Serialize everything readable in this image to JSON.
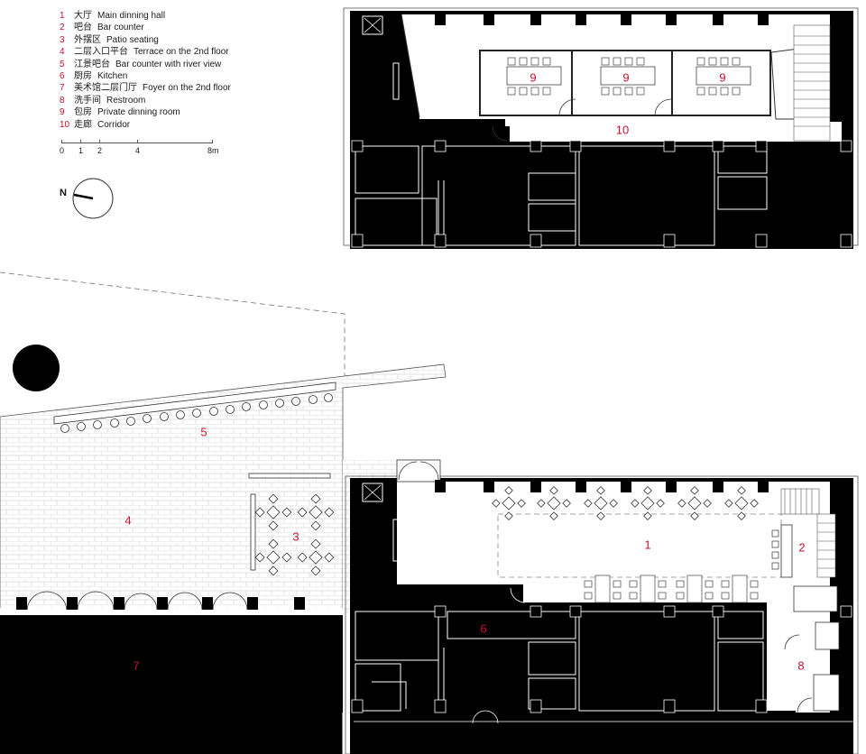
{
  "legend": [
    {
      "num": "1",
      "cn": "大厅",
      "en": "Main dinning hall"
    },
    {
      "num": "2",
      "cn": "吧台",
      "en": "Bar counter"
    },
    {
      "num": "3",
      "cn": "外摆区",
      "en": "Patio seating"
    },
    {
      "num": "4",
      "cn": "二层入口平台",
      "en": "Terrace on the 2nd floor"
    },
    {
      "num": "5",
      "cn": "江景吧台",
      "en": "Bar counter with river view"
    },
    {
      "num": "6",
      "cn": "厨房",
      "en": "Kitchen"
    },
    {
      "num": "7",
      "cn": "美术馆二层门厅",
      "en": "Foyer on the 2nd floor"
    },
    {
      "num": "8",
      "cn": "洗手间",
      "en": "Restroom"
    },
    {
      "num": "9",
      "cn": "包房",
      "en": "Private dinning room"
    },
    {
      "num": "10",
      "cn": "走廊",
      "en": "Corridor"
    }
  ],
  "scale_bar": {
    "ticks": [
      "0",
      "1",
      "2",
      "4",
      "8m"
    ]
  },
  "north": {
    "label": "N"
  },
  "rooms": {
    "r9a": "9",
    "r9b": "9",
    "r9c": "9",
    "r10": "10",
    "r1": "1",
    "r2": "2",
    "r3": "3",
    "r4": "4",
    "r5": "5",
    "r6": "6",
    "r7": "7",
    "r8": "8"
  },
  "colors": {
    "accent": "#c8102e",
    "wall": "#000000",
    "line": "#333333",
    "grid": "#d9d9d9"
  }
}
